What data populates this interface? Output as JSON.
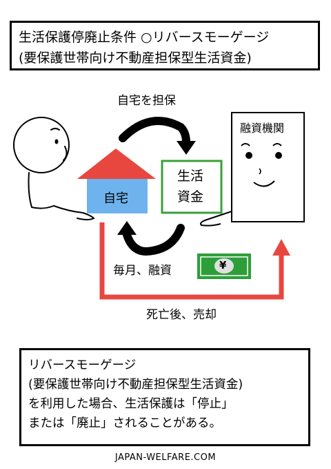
{
  "title": {
    "line1": "生活保護停廃止条件 ○リバースモーゲージ",
    "line2": "(要保護世帯向け不動産担保型生活資金)"
  },
  "diagram": {
    "top_arrow_label": "自宅を担保",
    "house_label": "自宅",
    "funds_label_line1": "生活",
    "funds_label_line2": "資金",
    "institution_label": "融資機関",
    "monthly_label": "毎月、融資",
    "yen_symbol": "¥",
    "sale_label": "死亡後、売却"
  },
  "note": {
    "line1": "リバースモーゲージ",
    "line2": "(要保護世帯向け不動産担保型生活資金)",
    "line3": "を利用した場合、生活保護は「停止」",
    "line4": "または「廃止」されることがある。"
  },
  "footer": "JAPAN-WELFARE.COM",
  "colors": {
    "house_roof": "#e8473f",
    "house_body": "#6fb3ee",
    "funds_border": "#3aa03a",
    "red_arrow": "#e8473f",
    "banknote": "#2e9e3a"
  }
}
